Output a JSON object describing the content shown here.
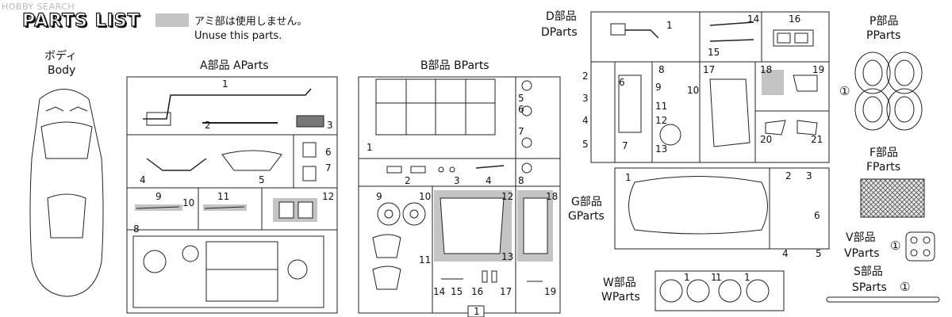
{
  "watermark": "HOBBY SEARCH",
  "title": "PARTS LIST",
  "legend": {
    "jp": "アミ部は使用しません。",
    "en": "Unuse this parts.",
    "swatch_color": "#c4c4c4"
  },
  "body": {
    "jp": "ボディ",
    "en": "Body"
  },
  "groups": {
    "A": {
      "jp": "A部品",
      "en": "AParts"
    },
    "B": {
      "jp": "B部品",
      "en": "BParts"
    },
    "D": {
      "jp": "D部品",
      "en": "DParts"
    },
    "P": {
      "jp": "P部品",
      "en": "PParts"
    },
    "F": {
      "jp": "F部品",
      "en": "FParts"
    },
    "G": {
      "jp": "G部品",
      "en": "GParts"
    },
    "V": {
      "jp": "V部品",
      "en": "VParts"
    },
    "S": {
      "jp": "S部品",
      "en": "SParts"
    },
    "W": {
      "jp": "W部品",
      "en": "WParts"
    }
  },
  "qty": {
    "P": "①",
    "V": "①",
    "S": "①"
  },
  "page_number": "1",
  "numbers": {
    "A": [
      "1",
      "2",
      "3",
      "4",
      "5",
      "6",
      "7",
      "9",
      "10",
      "11",
      "12",
      "8"
    ],
    "B": [
      "1",
      "2",
      "3",
      "4",
      "5",
      "6",
      "7",
      "8",
      "9",
      "10",
      "11",
      "12",
      "13",
      "14",
      "15",
      "16",
      "17",
      "18",
      "19"
    ],
    "D": [
      "1",
      "14",
      "15",
      "16",
      "2",
      "3",
      "4",
      "5",
      "6",
      "7",
      "8",
      "9",
      "10",
      "11",
      "12",
      "13",
      "17",
      "18",
      "19",
      "20",
      "21"
    ],
    "G": [
      "1",
      "2",
      "3",
      "4",
      "5",
      "6"
    ],
    "W": [
      "1",
      "1",
      "1",
      "1"
    ]
  }
}
